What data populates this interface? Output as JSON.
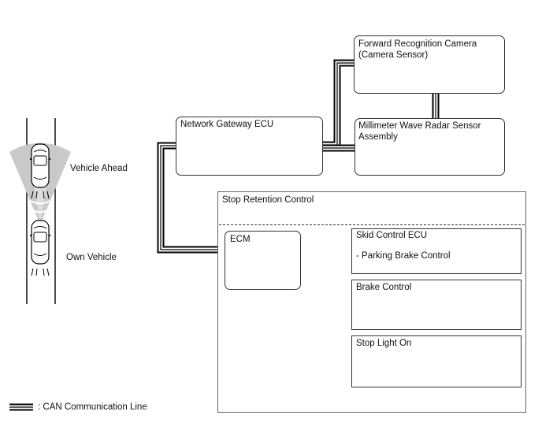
{
  "nodes": {
    "camera": "Forward Recognition Camera\n(Camera Sensor)",
    "radar": "Millimeter Wave Radar Sensor\nAssembly",
    "gateway": "Network Gateway ECU",
    "ecm": "ECM",
    "skid": "Skid Control ECU",
    "parking": "- Parking Brake Control",
    "brake": "Brake Control",
    "stoplight": "Stop Light On"
  },
  "group": {
    "title": "Stop Retention Control"
  },
  "vehicles": {
    "ahead": "Vehicle Ahead",
    "own": "Own Vehicle"
  },
  "legend": {
    "can_line": ": CAN Communication Line"
  }
}
